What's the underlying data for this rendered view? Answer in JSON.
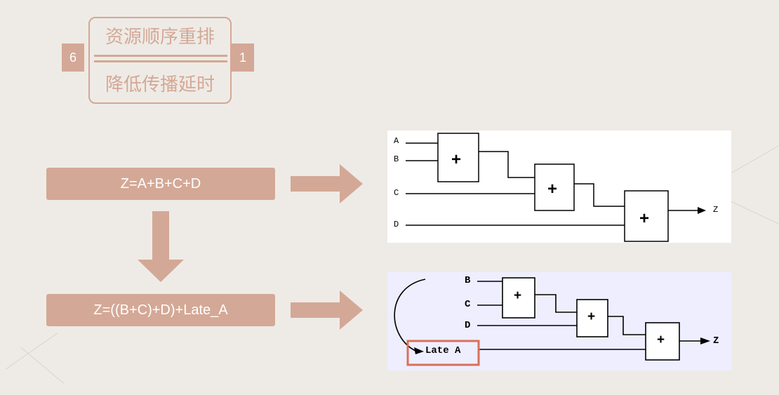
{
  "title": {
    "top": "资源顺序重排",
    "bottom": "降低传播延时",
    "left_num": "6",
    "right_num": "1"
  },
  "formulas": {
    "original": "Z=A+B+C+D",
    "reordered": "Z=((B+C)+D)+Late_A"
  },
  "diagram1": {
    "inputs": [
      "A",
      "B",
      "C",
      "D"
    ],
    "adder_symbol": "+",
    "output": "Z"
  },
  "diagram2": {
    "inputs": [
      "B",
      "C",
      "D"
    ],
    "late_input": "Late A",
    "adder_symbol": "+",
    "output": "Z"
  },
  "colors": {
    "accent": "#d4a896",
    "highlight": "#d9705a",
    "panel2_bg": "#eeeeff"
  }
}
